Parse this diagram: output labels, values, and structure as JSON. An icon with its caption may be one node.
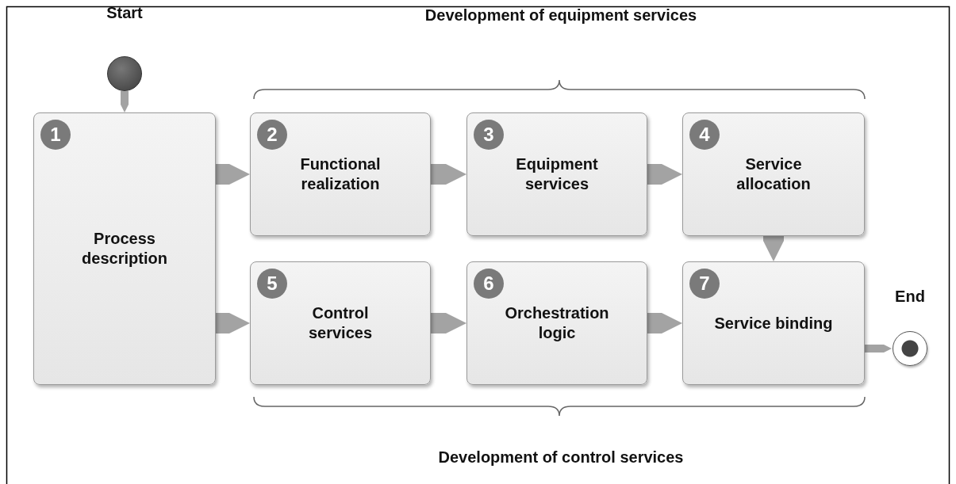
{
  "diagram": {
    "nodes": [
      {
        "text": [
          "Start"
        ]
      },
      {
        "text": [
          "1",
          "Process description"
        ]
      },
      {
        "text": [
          "2",
          "Functional realization"
        ]
      },
      {
        "text": [
          "3",
          "Equipment services"
        ]
      },
      {
        "text": [
          "4",
          "Service allocation"
        ]
      },
      {
        "text": [
          "5",
          "Control services"
        ]
      },
      {
        "text": [
          "6",
          "Orchestration logic"
        ]
      },
      {
        "text": [
          "7",
          "Service binding"
        ]
      },
      {
        "text": [
          "End"
        ]
      }
    ],
    "edges": [
      {
        "from": 0,
        "to": 1,
        "arrow": "to"
      },
      {
        "from": 1,
        "to": 2,
        "arrow": "to"
      },
      {
        "from": 1,
        "to": 5,
        "arrow": "to"
      },
      {
        "from": 2,
        "to": 3,
        "arrow": "to"
      },
      {
        "from": 3,
        "to": 4,
        "arrow": "to"
      },
      {
        "from": 4,
        "to": 7,
        "arrow": "to"
      },
      {
        "from": 5,
        "to": 6,
        "arrow": "to"
      },
      {
        "from": 6,
        "to": 7,
        "arrow": "to"
      },
      {
        "from": 7,
        "to": 8,
        "arrow": "to"
      }
    ],
    "labels": [
      "Development of equipment services",
      "Development of control services"
    ]
  }
}
